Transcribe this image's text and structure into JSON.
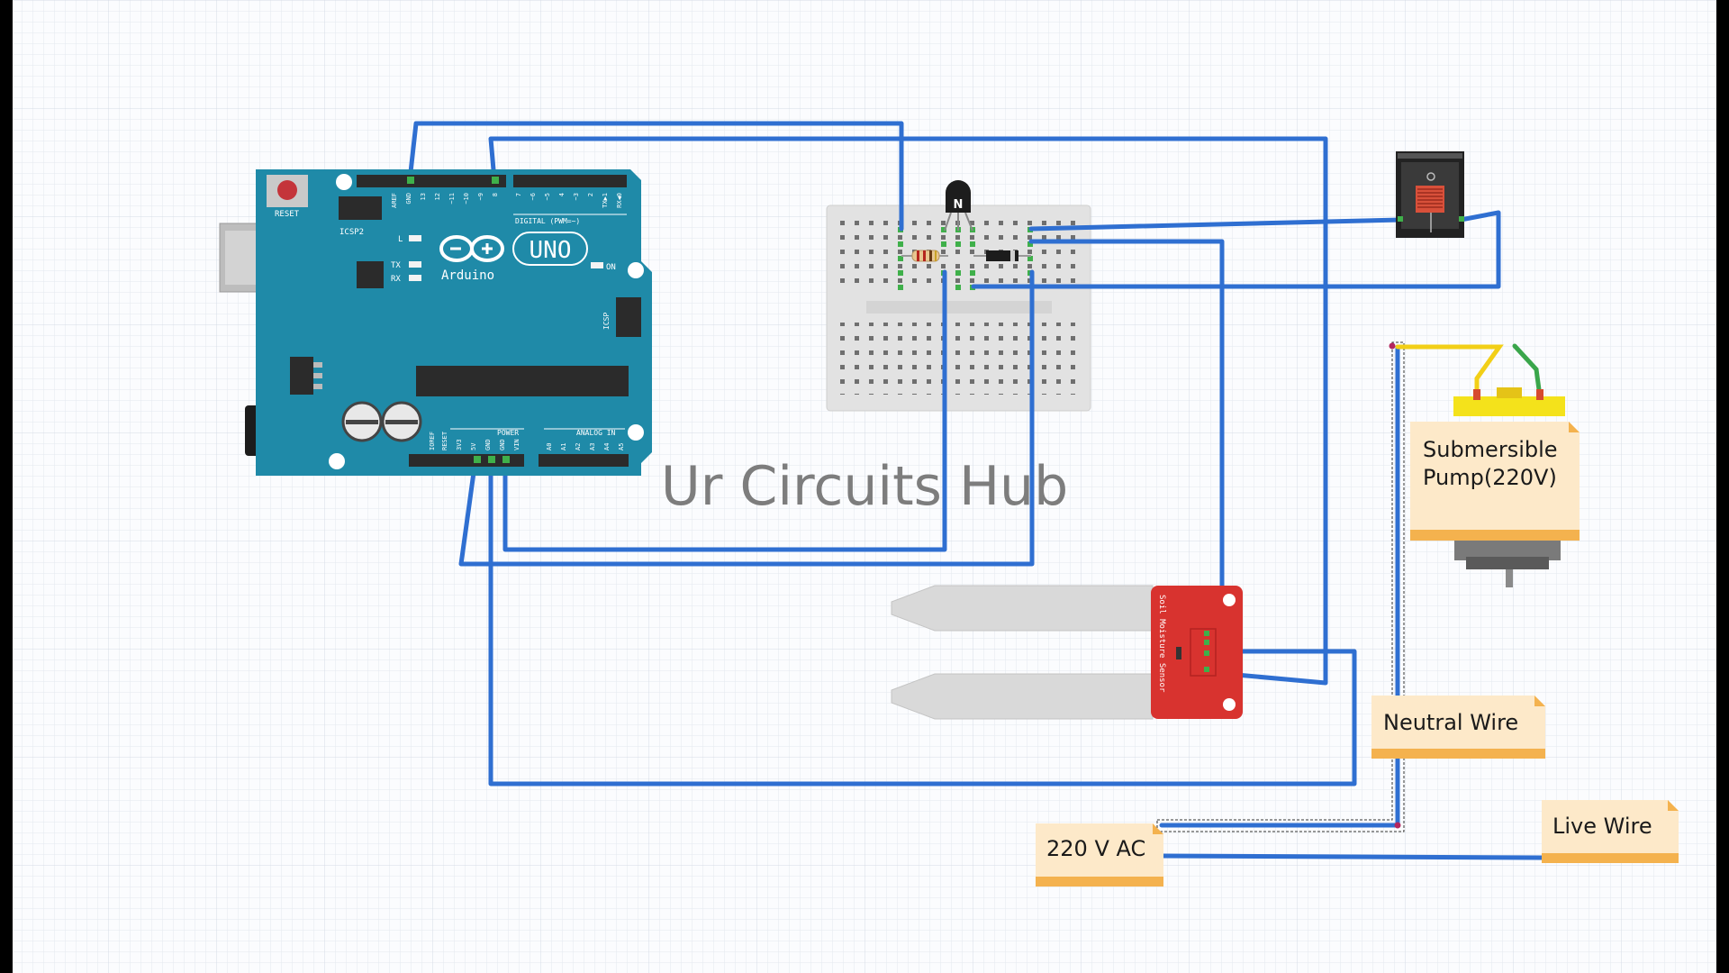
{
  "watermark": "Ur Circuits Hub",
  "notes": {
    "pump": [
      "Submersible",
      "Pump(220V)"
    ],
    "neutral": "Neutral Wire",
    "live": "Live Wire",
    "ac": "220 V AC"
  },
  "arduino": {
    "brand": "Arduino",
    "model": "UNO",
    "reset": "RESET",
    "icsp2": "ICSP2",
    "icsp": "ICSP",
    "digital": "DIGITAL (PWM=~)",
    "power": "POWER",
    "analog": "ANALOG IN",
    "led_l": "L",
    "led_tx": "TX",
    "led_rx": "RX",
    "led_on": "ON",
    "pin_aref": "AREF",
    "pin_gnd": "GND",
    "pin_13": "13",
    "pin_12": "12",
    "pin_11": "~11",
    "pin_10": "~10",
    "pin_9": "~9",
    "pin_8": "8",
    "pin_7": "7",
    "pin_6": "~6",
    "pin_5": "~5",
    "pin_4": "4",
    "pin_3": "~3",
    "pin_2": "2",
    "pin_tx": "TX▶1",
    "pin_rx": "RX◀0",
    "pwr_ioref": "IOREF",
    "pwr_reset": "RESET",
    "pwr_3v3": "3V3",
    "pwr_5v": "5V",
    "pwr_gnd1": "GND",
    "pwr_gnd2": "GND",
    "pwr_vin": "VIN",
    "a0": "A0",
    "a1": "A1",
    "a2": "A2",
    "a3": "A3",
    "a4": "A4",
    "a5": "A5"
  },
  "transistor_label": "N",
  "sensor_label": "Soil Moisture Sensor",
  "colors": {
    "wire": "#2f6fd1",
    "board": "#1f8aa8",
    "note": "#fde9c9",
    "note_band": "#f4b24e",
    "sensor": "#d8332f",
    "yellow_wire": "#f2cf17",
    "green_wire": "#3aa64b"
  }
}
